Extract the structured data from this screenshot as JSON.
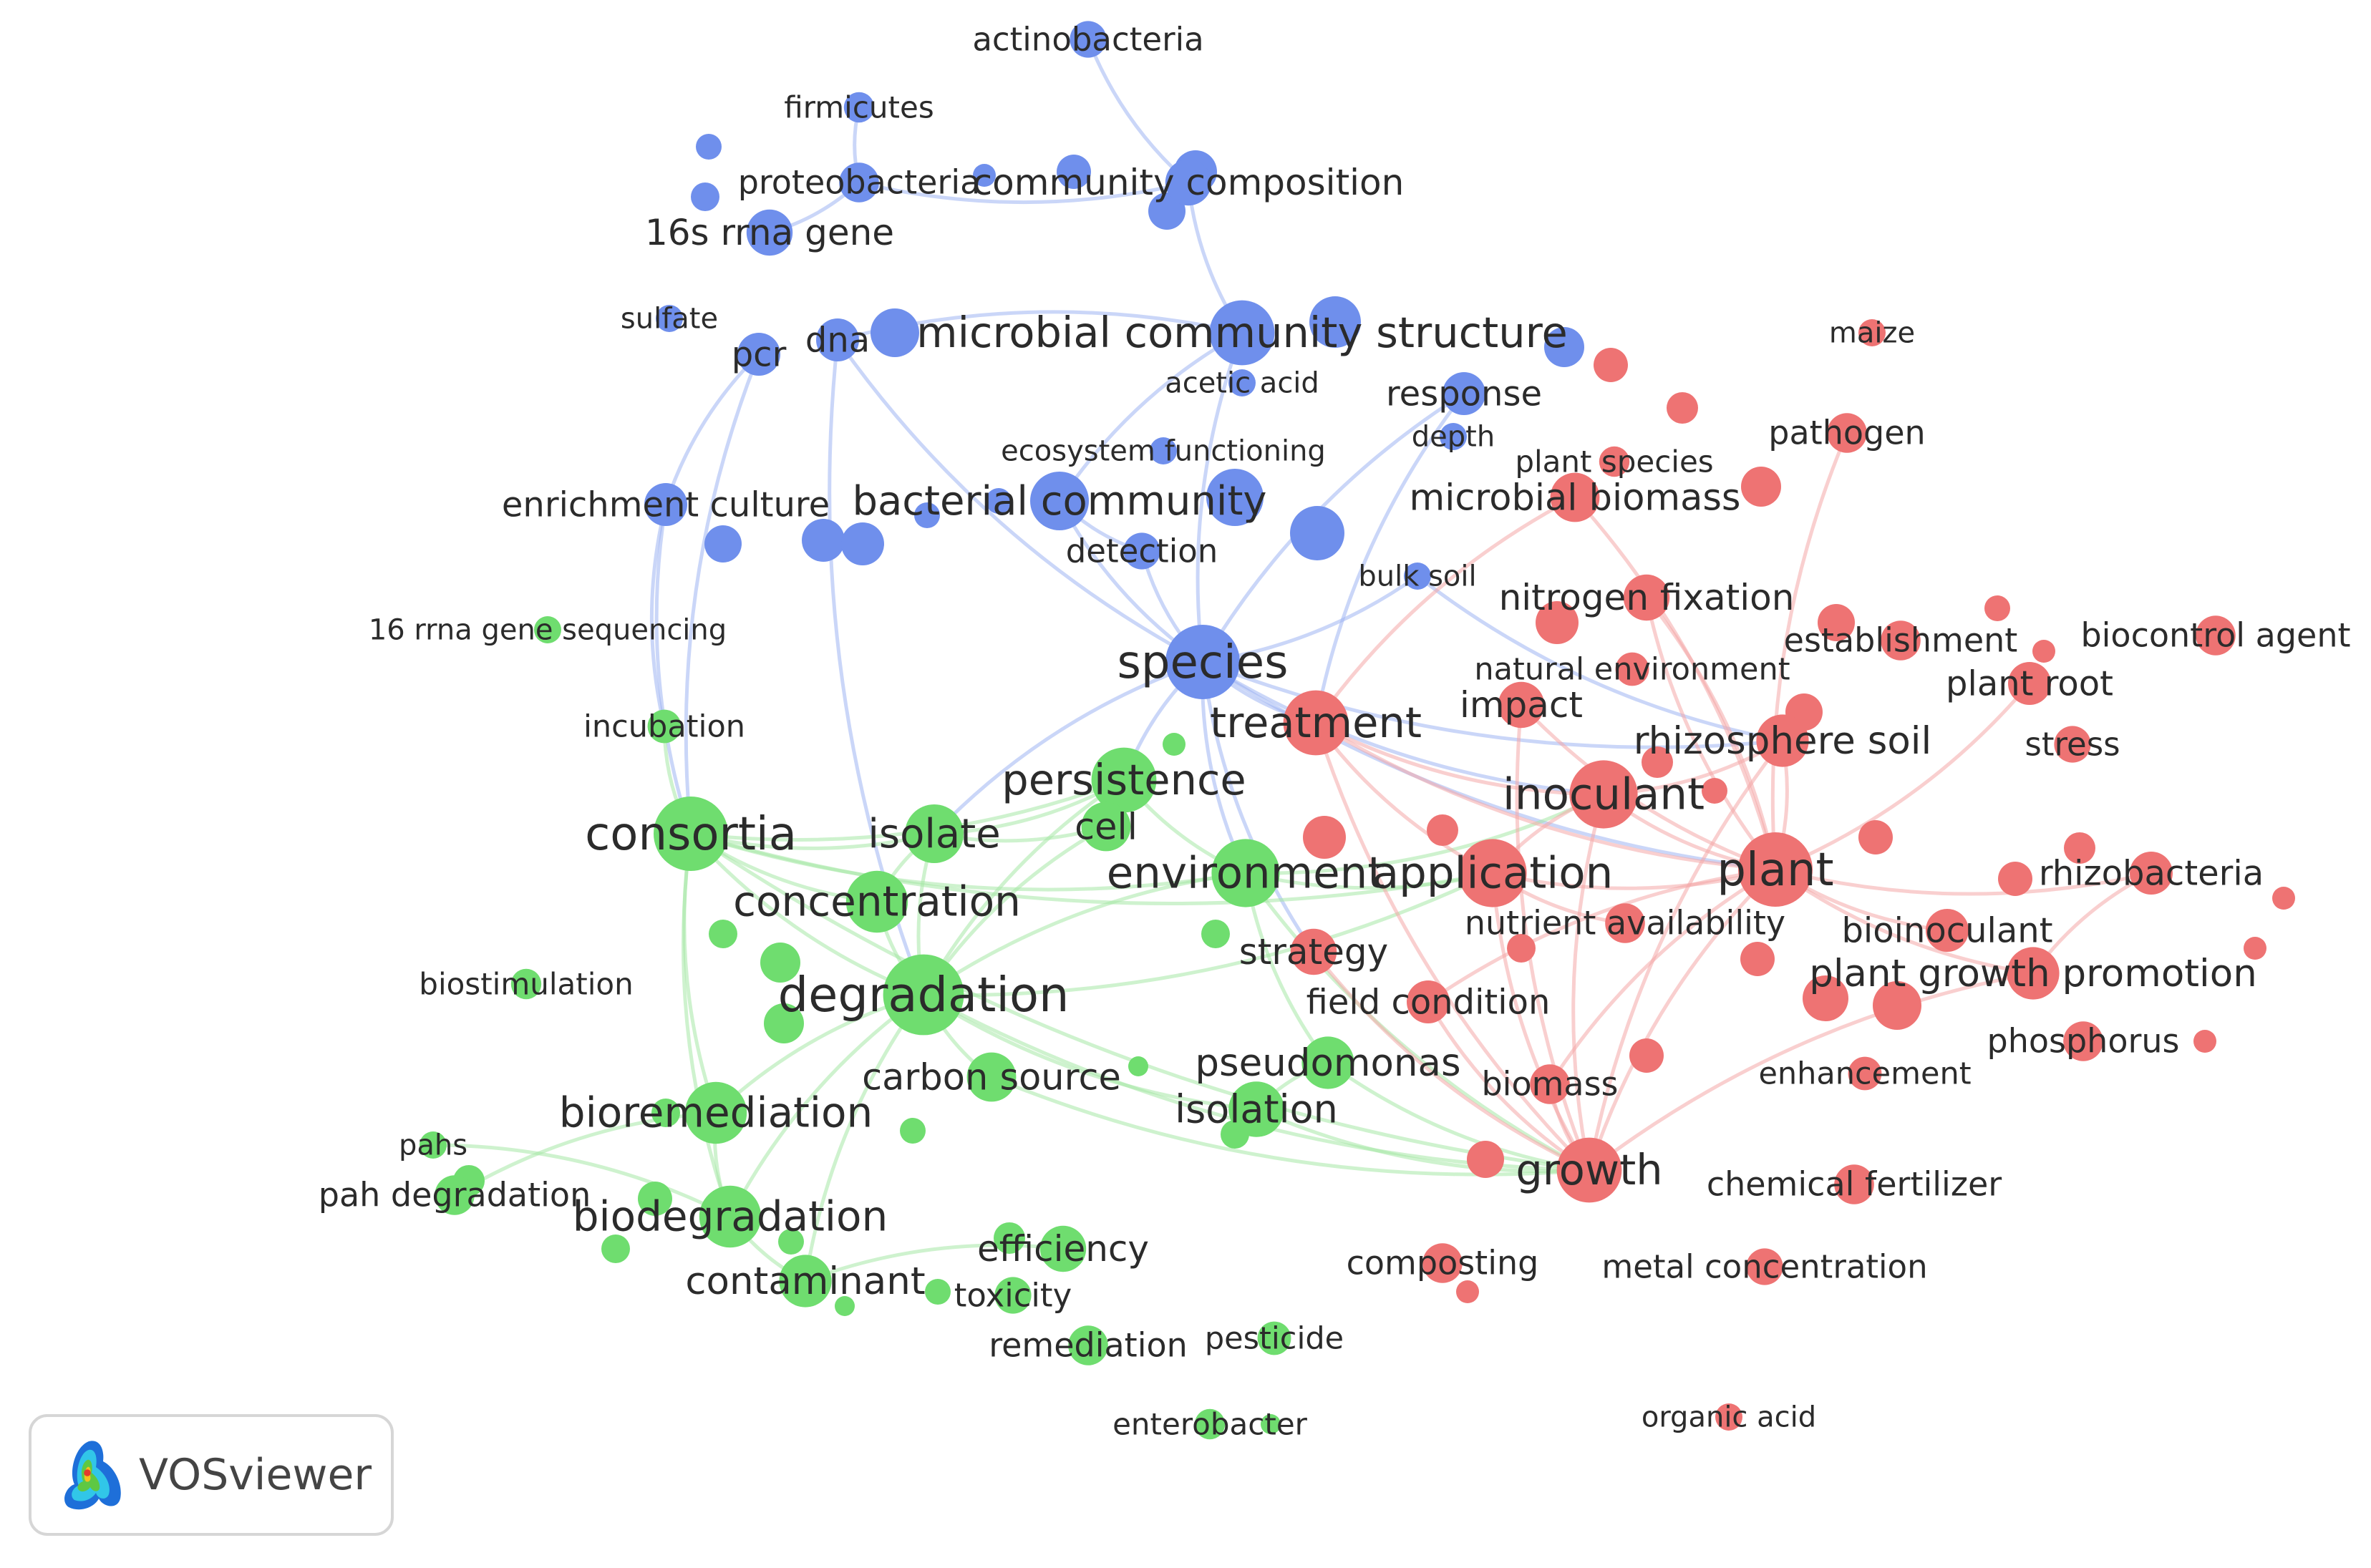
{
  "app": {
    "brand": "VOSviewer"
  },
  "legend_icon": {
    "name": "vosviewer-logo-icon",
    "colors": [
      "#1e6fd9",
      "#31c6e8",
      "#e23b2c",
      "#f2c11d",
      "#5ec843"
    ]
  },
  "clusters": {
    "blue": {
      "node": "#6f8fec",
      "edge": "#9fb4f2"
    },
    "green": {
      "node": "#6fdd6f",
      "edge": "#a5e8a5"
    },
    "red": {
      "node": "#ee7373",
      "edge": "#f4a8a8"
    }
  },
  "network": {
    "nodes": [
      {
        "id": "actinobacteria",
        "label": "actinobacteria",
        "cluster": "blue",
        "weight": 1.6
      },
      {
        "id": "firmicutes",
        "label": "firmicutes",
        "cluster": "blue",
        "weight": 1.2
      },
      {
        "id": "proteobacteria",
        "label": "proteobacteria",
        "cluster": "blue",
        "weight": 1.8
      },
      {
        "id": "community_composition",
        "label": "community composition",
        "cluster": "blue",
        "weight": 2.2
      },
      {
        "id": "16s_rrna_gene",
        "label": "16s rrna gene",
        "cluster": "blue",
        "weight": 2.2
      },
      {
        "id": "sulfate",
        "label": "sulfate",
        "cluster": "blue",
        "weight": 1.0
      },
      {
        "id": "pcr",
        "label": "pcr",
        "cluster": "blue",
        "weight": 2.0
      },
      {
        "id": "dna",
        "label": "dna",
        "cluster": "blue",
        "weight": 2.0
      },
      {
        "id": "microbial_community_structure",
        "label": "microbial community structure",
        "cluster": "blue",
        "weight": 3.4
      },
      {
        "id": "acetic_acid",
        "label": "acetic acid",
        "cluster": "blue",
        "weight": 1.0
      },
      {
        "id": "response",
        "label": "response",
        "cluster": "blue",
        "weight": 2.0
      },
      {
        "id": "depth",
        "label": "depth",
        "cluster": "blue",
        "weight": 1.0
      },
      {
        "id": "ecosystem_functioning",
        "label": "ecosystem functioning",
        "cluster": "blue",
        "weight": 1.0
      },
      {
        "id": "enrichment_culture",
        "label": "enrichment culture",
        "cluster": "blue",
        "weight": 2.0
      },
      {
        "id": "bacterial_community",
        "label": "bacterial community",
        "cluster": "blue",
        "weight": 3.0
      },
      {
        "id": "detection",
        "label": "detection",
        "cluster": "blue",
        "weight": 1.6
      },
      {
        "id": "bulk_soil",
        "label": "bulk soil",
        "cluster": "blue",
        "weight": 1.0
      },
      {
        "id": "species",
        "label": "species",
        "cluster": "blue",
        "weight": 4.0
      },
      {
        "id": "16_rrna_gene_sequencing",
        "label": "16 rrna gene sequencing",
        "cluster": "green",
        "weight": 1.0
      },
      {
        "id": "incubation",
        "label": "incubation",
        "cluster": "green",
        "weight": 1.4
      },
      {
        "id": "consortia",
        "label": "consortia",
        "cluster": "green",
        "weight": 4.0
      },
      {
        "id": "isolate",
        "label": "isolate",
        "cluster": "green",
        "weight": 3.0
      },
      {
        "id": "persistence",
        "label": "persistence",
        "cluster": "green",
        "weight": 3.4
      },
      {
        "id": "cell",
        "label": "cell",
        "cluster": "green",
        "weight": 2.4
      },
      {
        "id": "environment",
        "label": "environment",
        "cluster": "green",
        "weight": 3.6
      },
      {
        "id": "concentration",
        "label": "concentration",
        "cluster": "green",
        "weight": 3.2
      },
      {
        "id": "degradation",
        "label": "degradation",
        "cluster": "green",
        "weight": 4.4
      },
      {
        "id": "biostimulation",
        "label": "biostimulation",
        "cluster": "green",
        "weight": 1.2
      },
      {
        "id": "carbon_source",
        "label": "carbon source",
        "cluster": "green",
        "weight": 2.4
      },
      {
        "id": "pseudomonas",
        "label": "pseudomonas",
        "cluster": "green",
        "weight": 2.6
      },
      {
        "id": "isolation",
        "label": "isolation",
        "cluster": "green",
        "weight": 2.8
      },
      {
        "id": "bioremediation",
        "label": "bioremediation",
        "cluster": "green",
        "weight": 3.2
      },
      {
        "id": "pahs",
        "label": "pahs",
        "cluster": "green",
        "weight": 1.0
      },
      {
        "id": "pah_degradation",
        "label": "pah degradation",
        "cluster": "green",
        "weight": 1.8
      },
      {
        "id": "biodegradation",
        "label": "biodegradation",
        "cluster": "green",
        "weight": 3.2
      },
      {
        "id": "efficiency",
        "label": "efficiency",
        "cluster": "green",
        "weight": 2.2
      },
      {
        "id": "contaminant",
        "label": "contaminant",
        "cluster": "green",
        "weight": 2.6
      },
      {
        "id": "toxicity",
        "label": "toxicity",
        "cluster": "green",
        "weight": 1.6
      },
      {
        "id": "remediation",
        "label": "remediation",
        "cluster": "green",
        "weight": 1.8
      },
      {
        "id": "pesticide",
        "label": "pesticide",
        "cluster": "green",
        "weight": 1.4
      },
      {
        "id": "enterobacter",
        "label": "enterobacter",
        "cluster": "green",
        "weight": 1.2
      },
      {
        "id": "maize",
        "label": "maize",
        "cluster": "red",
        "weight": 1.0
      },
      {
        "id": "pathogen",
        "label": "pathogen",
        "cluster": "red",
        "weight": 1.8
      },
      {
        "id": "plant_species",
        "label": "plant species",
        "cluster": "red",
        "weight": 1.2
      },
      {
        "id": "microbial_biomass",
        "label": "microbial biomass",
        "cluster": "red",
        "weight": 2.4
      },
      {
        "id": "nitrogen_fixation",
        "label": "nitrogen fixation",
        "cluster": "red",
        "weight": 2.2
      },
      {
        "id": "establishment",
        "label": "establishment",
        "cluster": "red",
        "weight": 1.8
      },
      {
        "id": "biocontrol_agent",
        "label": "biocontrol agent",
        "cluster": "red",
        "weight": 1.8
      },
      {
        "id": "natural_environment",
        "label": "natural environment",
        "cluster": "red",
        "weight": 1.4
      },
      {
        "id": "plant_root",
        "label": "plant root",
        "cluster": "red",
        "weight": 2.0
      },
      {
        "id": "impact",
        "label": "impact",
        "cluster": "red",
        "weight": 2.2
      },
      {
        "id": "treatment",
        "label": "treatment",
        "cluster": "red",
        "weight": 3.4
      },
      {
        "id": "rhizosphere_soil",
        "label": "rhizosphere soil",
        "cluster": "red",
        "weight": 2.6
      },
      {
        "id": "stress",
        "label": "stress",
        "cluster": "red",
        "weight": 1.6
      },
      {
        "id": "inoculant",
        "label": "inoculant",
        "cluster": "red",
        "weight": 3.6
      },
      {
        "id": "application",
        "label": "application",
        "cluster": "red",
        "weight": 3.6
      },
      {
        "id": "plant",
        "label": "plant",
        "cluster": "red",
        "weight": 4.0
      },
      {
        "id": "rhizobacteria",
        "label": "rhizobacteria",
        "cluster": "red",
        "weight": 2.0
      },
      {
        "id": "nutrient_availability",
        "label": "nutrient availability",
        "cluster": "red",
        "weight": 1.8
      },
      {
        "id": "bioinoculant",
        "label": "bioinoculant",
        "cluster": "red",
        "weight": 2.0
      },
      {
        "id": "strategy",
        "label": "strategy",
        "cluster": "red",
        "weight": 2.2
      },
      {
        "id": "plant_growth_promotion",
        "label": "plant growth promotion",
        "cluster": "red",
        "weight": 2.6
      },
      {
        "id": "field_condition",
        "label": "field condition",
        "cluster": "red",
        "weight": 2.0
      },
      {
        "id": "phosphorus",
        "label": "phosphorus",
        "cluster": "red",
        "weight": 1.8
      },
      {
        "id": "enhancement",
        "label": "enhancement",
        "cluster": "red",
        "weight": 1.4
      },
      {
        "id": "biomass",
        "label": "biomass",
        "cluster": "red",
        "weight": 1.8
      },
      {
        "id": "growth",
        "label": "growth",
        "cluster": "red",
        "weight": 3.4
      },
      {
        "id": "chemical_fertilizer",
        "label": "chemical fertilizer",
        "cluster": "red",
        "weight": 1.8
      },
      {
        "id": "composting",
        "label": "composting",
        "cluster": "red",
        "weight": 1.8
      },
      {
        "id": "metal_concentration",
        "label": "metal concentration",
        "cluster": "red",
        "weight": 1.6
      },
      {
        "id": "organic_acid",
        "label": "organic acid",
        "cluster": "red",
        "weight": 1.0
      }
    ],
    "links": [
      [
        "community_composition",
        "microbial_community_structure"
      ],
      [
        "proteobacteria",
        "community_composition"
      ],
      [
        "actinobacteria",
        "community_composition"
      ],
      [
        "firmicutes",
        "proteobacteria"
      ],
      [
        "16s_rrna_gene",
        "proteobacteria"
      ],
      [
        "microbial_community_structure",
        "bacterial_community"
      ],
      [
        "microbial_community_structure",
        "species"
      ],
      [
        "microbial_community_structure",
        "dna"
      ],
      [
        "pcr",
        "enrichment_culture"
      ],
      [
        "pcr",
        "consortia"
      ],
      [
        "dna",
        "species"
      ],
      [
        "dna",
        "degradation"
      ],
      [
        "enrichment_culture",
        "consortia"
      ],
      [
        "enrichment_culture",
        "incubation"
      ],
      [
        "bacterial_community",
        "species"
      ],
      [
        "bacterial_community",
        "detection"
      ],
      [
        "detection",
        "species"
      ],
      [
        "species",
        "treatment"
      ],
      [
        "species",
        "isolate"
      ],
      [
        "species",
        "persistence"
      ],
      [
        "species",
        "environment"
      ],
      [
        "species",
        "strategy"
      ],
      [
        "species",
        "bulk_soil"
      ],
      [
        "species",
        "rhizosphere_soil"
      ],
      [
        "species",
        "plant"
      ],
      [
        "species",
        "inoculant"
      ],
      [
        "response",
        "species"
      ],
      [
        "response",
        "treatment"
      ],
      [
        "bulk_soil",
        "rhizosphere_soil"
      ],
      [
        "incubation",
        "consortia"
      ],
      [
        "consortia",
        "isolate"
      ],
      [
        "consortia",
        "degradation"
      ],
      [
        "consortia",
        "concentration"
      ],
      [
        "consortia",
        "bioremediation"
      ],
      [
        "consortia",
        "persistence"
      ],
      [
        "consortia",
        "environment"
      ],
      [
        "consortia",
        "biodegradation"
      ],
      [
        "consortia",
        "application"
      ],
      [
        "consortia",
        "growth"
      ],
      [
        "isolate",
        "degradation"
      ],
      [
        "isolate",
        "persistence"
      ],
      [
        "isolate",
        "cell"
      ],
      [
        "isolate",
        "concentration"
      ],
      [
        "persistence",
        "environment"
      ],
      [
        "persistence",
        "cell"
      ],
      [
        "persistence",
        "degradation"
      ],
      [
        "cell",
        "degradation"
      ],
      [
        "environment",
        "application"
      ],
      [
        "environment",
        "degradation"
      ],
      [
        "environment",
        "pseudomonas"
      ],
      [
        "environment",
        "growth"
      ],
      [
        "environment",
        "inoculant"
      ],
      [
        "concentration",
        "degradation"
      ],
      [
        "degradation",
        "bioremediation"
      ],
      [
        "degradation",
        "biodegradation"
      ],
      [
        "degradation",
        "carbon_source"
      ],
      [
        "degradation",
        "growth"
      ],
      [
        "degradation",
        "contaminant"
      ],
      [
        "degradation",
        "isolation"
      ],
      [
        "degradation",
        "application"
      ],
      [
        "bioremediation",
        "biodegradation"
      ],
      [
        "bioremediation",
        "pah_degradation"
      ],
      [
        "biodegradation",
        "contaminant"
      ],
      [
        "biodegradation",
        "pahs"
      ],
      [
        "carbon_source",
        "growth"
      ],
      [
        "pseudomonas",
        "isolation"
      ],
      [
        "pseudomonas",
        "growth"
      ],
      [
        "isolation",
        "growth"
      ],
      [
        "efficiency",
        "contaminant"
      ],
      [
        "treatment",
        "application"
      ],
      [
        "treatment",
        "inoculant"
      ],
      [
        "treatment",
        "plant"
      ],
      [
        "treatment",
        "growth"
      ],
      [
        "inoculant",
        "plant"
      ],
      [
        "inoculant",
        "rhizosphere_soil"
      ],
      [
        "inoculant",
        "application"
      ],
      [
        "inoculant",
        "growth"
      ],
      [
        "application",
        "plant"
      ],
      [
        "application",
        "growth"
      ],
      [
        "application",
        "nutrient_availability"
      ],
      [
        "plant",
        "growth"
      ],
      [
        "plant",
        "plant_growth_promotion"
      ],
      [
        "plant",
        "rhizobacteria"
      ],
      [
        "plant",
        "bioinoculant"
      ],
      [
        "plant",
        "rhizosphere_soil"
      ],
      [
        "plant",
        "plant_root"
      ],
      [
        "plant",
        "microbial_biomass"
      ],
      [
        "plant",
        "nitrogen_fixation"
      ],
      [
        "plant",
        "biomass"
      ],
      [
        "plant",
        "field_condition"
      ],
      [
        "rhizosphere_soil",
        "growth"
      ],
      [
        "pathogen",
        "plant"
      ],
      [
        "microbial_biomass",
        "treatment"
      ],
      [
        "nitrogen_fixation",
        "plant"
      ],
      [
        "strategy",
        "growth"
      ],
      [
        "field_condition",
        "growth"
      ],
      [
        "biomass",
        "growth"
      ],
      [
        "plant_growth_promotion",
        "growth"
      ],
      [
        "impact",
        "growth"
      ],
      [
        "impact",
        "plant"
      ],
      [
        "rhizobacteria",
        "plant_growth_promotion"
      ]
    ]
  }
}
